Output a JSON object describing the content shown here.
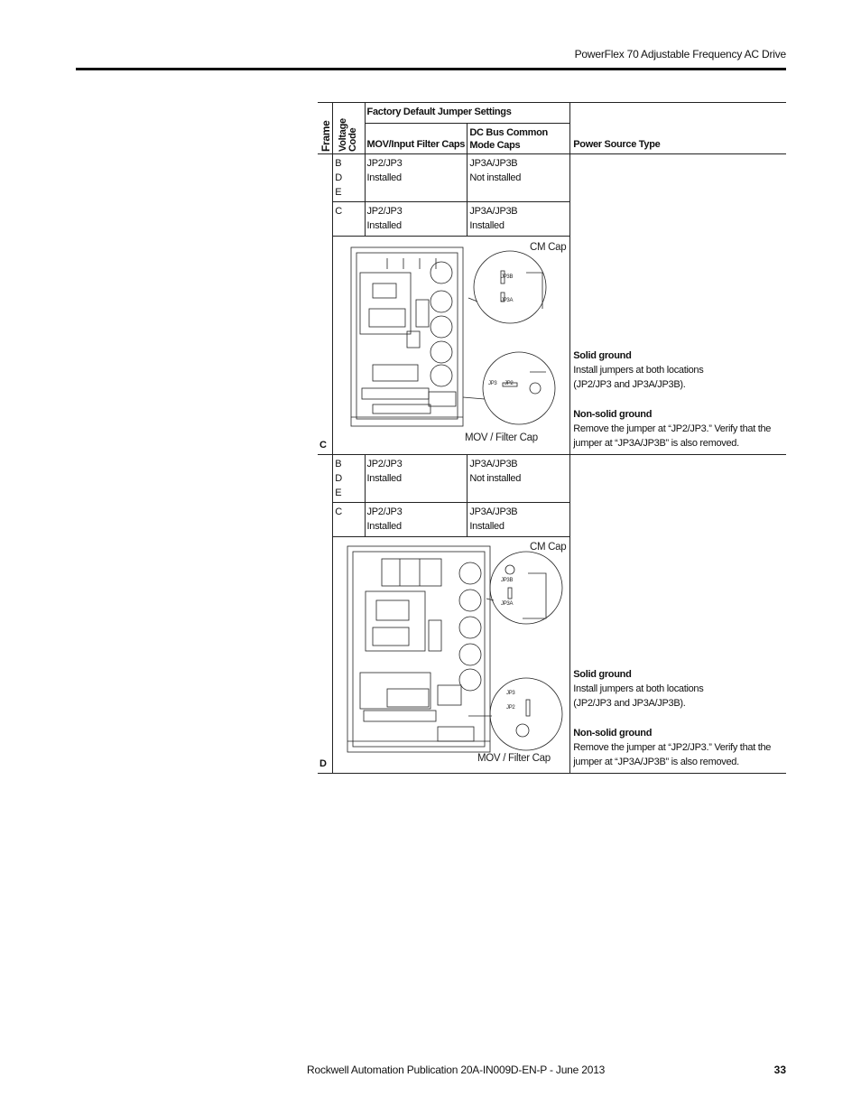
{
  "header": {
    "title": "PowerFlex 70 Adjustable Frequency AC Drive"
  },
  "table": {
    "headers": {
      "frame": "Frame",
      "voltage_code": "Voltage Code",
      "factory_default": "Factory Default Jumper Settings",
      "mov": "MOV/Input Filter Caps",
      "dc_bus": "DC Bus Common Mode Caps",
      "power_source": "Power Source Type"
    },
    "frames": [
      {
        "frame": "C",
        "rows": [
          {
            "codes": "B\nD\nE",
            "mov": "JP2/JP3\nInstalled",
            "dc": "JP3A/JP3B\nNot installed"
          },
          {
            "codes": "C",
            "mov": "JP2/JP3\nInstalled",
            "dc": "JP3A/JP3B\nInstalled"
          }
        ],
        "diagram": {
          "cm_label": "CM Cap",
          "mov_label": "MOV / Filter Cap",
          "jp3b": "JP3B",
          "jp3a": "JP3A",
          "jp3": "JP3",
          "jp2": "JP2"
        },
        "power": {
          "solid_title": "Solid ground",
          "solid_text": "Install jumpers at both locations (JP2/JP3 and JP3A/JP3B).",
          "nonsolid_title": "Non-solid ground",
          "nonsolid_text": "Remove the jumper at “JP2/JP3.” Verify that the jumper at “JP3A/JP3B” is also removed."
        }
      },
      {
        "frame": "D",
        "rows": [
          {
            "codes": "B\nD\nE",
            "mov": "JP2/JP3\nInstalled",
            "dc": "JP3A/JP3B\nNot installed"
          },
          {
            "codes": "C",
            "mov": "JP2/JP3\nInstalled",
            "dc": "JP3A/JP3B\nInstalled"
          }
        ],
        "diagram": {
          "cm_label": "CM Cap",
          "mov_label": "MOV / Filter Cap",
          "jp3b": "JP3B",
          "jp3a": "JP3A",
          "jp3": "JP3",
          "jp2": "JP2"
        },
        "power": {
          "solid_title": "Solid ground",
          "solid_text": "Install jumpers at both locations (JP2/JP3 and JP3A/JP3B).",
          "nonsolid_title": "Non-solid ground",
          "nonsolid_text": "Remove the jumper at “JP2/JP3.” Verify that the jumper at “JP3A/JP3B” is also removed."
        }
      }
    ]
  },
  "footer": {
    "publication": "Rockwell Automation Publication 20A-IN009D-EN-P - June 2013",
    "page_number": "33"
  }
}
